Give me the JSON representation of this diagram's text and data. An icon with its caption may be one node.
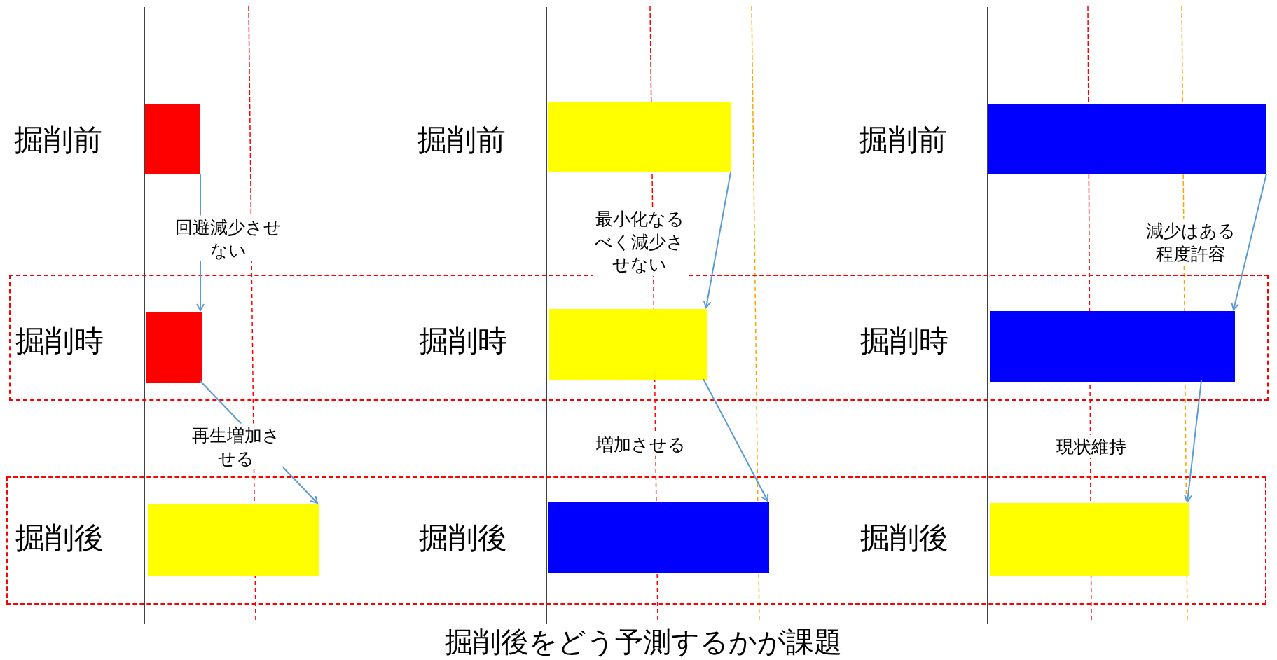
{
  "diagram": {
    "caption": "掘削後をどう予測するかが課題",
    "nodes": [
      {
        "text": [
          "掘削前"
        ]
      },
      {
        "text": [],
        "shape": "bar"
      },
      {
        "text": [
          "掘削前"
        ]
      },
      {
        "text": [],
        "shape": "bar"
      },
      {
        "text": [
          "掘削前"
        ]
      },
      {
        "text": [],
        "shape": "bar"
      },
      {
        "text": [],
        "shape": "box"
      },
      {
        "text": [
          "掘削時"
        ],
        "in": 6
      },
      {
        "text": [],
        "shape": "bar",
        "in": 6
      },
      {
        "text": [
          "掘削時"
        ],
        "in": 6
      },
      {
        "text": [],
        "shape": "bar",
        "in": 6
      },
      {
        "text": [
          "掘削時"
        ],
        "in": 6
      },
      {
        "text": [],
        "shape": "bar",
        "in": 6
      },
      {
        "text": [],
        "shape": "box"
      },
      {
        "text": [
          "掘削後"
        ],
        "in": 13
      },
      {
        "text": [],
        "shape": "bar",
        "in": 13
      },
      {
        "text": [
          "掘削後"
        ],
        "in": 13
      },
      {
        "text": [],
        "shape": "bar",
        "in": 13
      },
      {
        "text": [
          "掘削後"
        ],
        "in": 13
      },
      {
        "text": [],
        "shape": "bar",
        "in": 13
      }
    ],
    "edges": [
      {
        "from": 1,
        "to": 8,
        "arrow": "to",
        "label": "回避減少させない"
      },
      {
        "from": 8,
        "to": 15,
        "arrow": "to",
        "label": "再生増加させる"
      },
      {
        "from": 3,
        "to": 10,
        "arrow": "to",
        "label": "最小化なるべく減少させない"
      },
      {
        "from": 10,
        "to": 17,
        "arrow": "to",
        "label": "増加させる"
      },
      {
        "from": 5,
        "to": 12,
        "arrow": "to",
        "label": "減少はある程度許容"
      },
      {
        "from": 12,
        "to": 19,
        "arrow": "to",
        "label": "現状維持"
      }
    ]
  }
}
